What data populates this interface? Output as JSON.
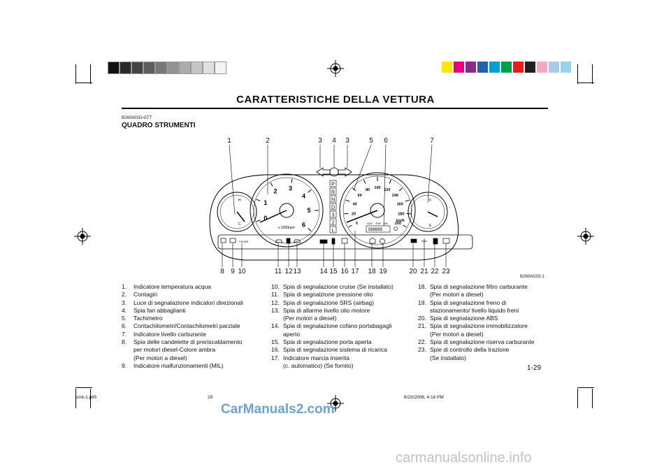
{
  "page": {
    "title": "CARATTERISTICHE DELLA VETTURA",
    "section_code": "B260A03O-GTT",
    "section_title": "QUADRO STRUMENTI",
    "figure_code": "B260A02O-1",
    "page_number": "1-29"
  },
  "figure": {
    "top_callouts": [
      "1",
      "2",
      "3",
      "4",
      "3",
      "5",
      "6",
      "7"
    ],
    "bottom_callouts": [
      "8",
      "9",
      "10",
      "11",
      "12",
      "13",
      "14",
      "15",
      "16",
      "17",
      "18",
      "19",
      "20",
      "21",
      "22",
      "23"
    ],
    "tacho_numbers": [
      "0",
      "1",
      "2",
      "3",
      "4",
      "5",
      "6"
    ],
    "tacho_unit": "x 1000rpm",
    "speedo_numbers": [
      "0",
      "20",
      "40",
      "60",
      "80",
      "100",
      "120",
      "140",
      "160",
      "180",
      "200"
    ],
    "speedo_unit": "km/h",
    "gear_letters": [
      "P",
      "R",
      "N",
      "D",
      "3",
      "2",
      "L"
    ],
    "temp_labels": [
      "H",
      "C"
    ],
    "fuel_labels": [
      "F",
      "E"
    ],
    "cruise_label": "CRUISE",
    "odo_labels": [
      "ODO",
      "TRIP",
      "A/B"
    ],
    "odo_digits": "888888"
  },
  "legend": {
    "col1": [
      {
        "n": "1.",
        "t": "Indicatore temperatura acqua"
      },
      {
        "n": "2.",
        "t": "Contagiri"
      },
      {
        "n": "3.",
        "t": "Luce di segnalazione indicatori direzionali"
      },
      {
        "n": "4.",
        "t": "Spia fari abbaglianti"
      },
      {
        "n": "5.",
        "t": "Tachimetro"
      },
      {
        "n": "6.",
        "t": "Contachilometri/Contachilometri parziale"
      },
      {
        "n": "7.",
        "t": "Indicatore livello carburante"
      },
      {
        "n": "8.",
        "t": "Spia delle candelette di preriscaldamento"
      },
      {
        "n": "",
        "t": "per motori diesel-Colore ambra"
      },
      {
        "n": "",
        "t": "(Per motori a diesel)"
      },
      {
        "n": "9.",
        "t": "Indicatore malfunzionamenti (MIL)"
      }
    ],
    "col2": [
      {
        "n": "10.",
        "t": "Spia di segnalazione cruise (Se installato)"
      },
      {
        "n": "11.",
        "t": "Spia di segnalzione pressione olio"
      },
      {
        "n": "12.",
        "t": "Spia di segnalazione SRS (airbag)"
      },
      {
        "n": "13.",
        "t": "Spia di allarme livello olio motore"
      },
      {
        "n": "",
        "t": "(Per motori a diesel)"
      },
      {
        "n": "14.",
        "t": "Spia di segnalazione cofano portabagagli"
      },
      {
        "n": "",
        "t": "aperto"
      },
      {
        "n": "15.",
        "t": "Spia di segnalazione porta aperta"
      },
      {
        "n": "16.",
        "t": "Spia di segnalazione sistema di ricarica"
      },
      {
        "n": "17.",
        "t": "Indicatore marcia inserita"
      },
      {
        "n": "",
        "t": "(c. automatico) (Se fornito)"
      }
    ],
    "col3": [
      {
        "n": "18.",
        "t": "Spia di segnalazione filtro carburante"
      },
      {
        "n": "",
        "t": "(Per motori a diesel)"
      },
      {
        "n": "19.",
        "t": "Spia di segnalazione freno di"
      },
      {
        "n": "",
        "t": "stazionamento/ livello liquido freni"
      },
      {
        "n": "20.",
        "t": "Spia di segnalazione ABS"
      },
      {
        "n": "21.",
        "t": "Spia di segnalazione immobilizzatore"
      },
      {
        "n": "",
        "t": "(Per motori a diesel)"
      },
      {
        "n": "22.",
        "t": "Spia di segnalazione riserva carburante"
      },
      {
        "n": "23.",
        "t": "Spie di controllo della trazione"
      },
      {
        "n": "",
        "t": "(Se installato)"
      }
    ]
  },
  "footer": {
    "file": "smit-1.p65",
    "page": "29",
    "date": "6/23/2008, 4:18 PM"
  },
  "watermarks": {
    "top": "CarManuals2.com",
    "bottom": "carmanualsonline.info"
  },
  "colors": {
    "gray_bar": [
      "#111111",
      "#2a2a2a",
      "#444444",
      "#5e5e5e",
      "#787878",
      "#929292",
      "#acacac",
      "#c6c6c6",
      "#e0e0e0",
      "#f4f4f4"
    ],
    "color_bar": [
      "#ffe600",
      "#e8007e",
      "#8b2a8c",
      "#1f62b0",
      "#00a0d2",
      "#00a04b",
      "#e51f1f",
      "#231f20",
      "#f4a8c6",
      "#a7cbe8",
      "#95d3ec"
    ]
  }
}
